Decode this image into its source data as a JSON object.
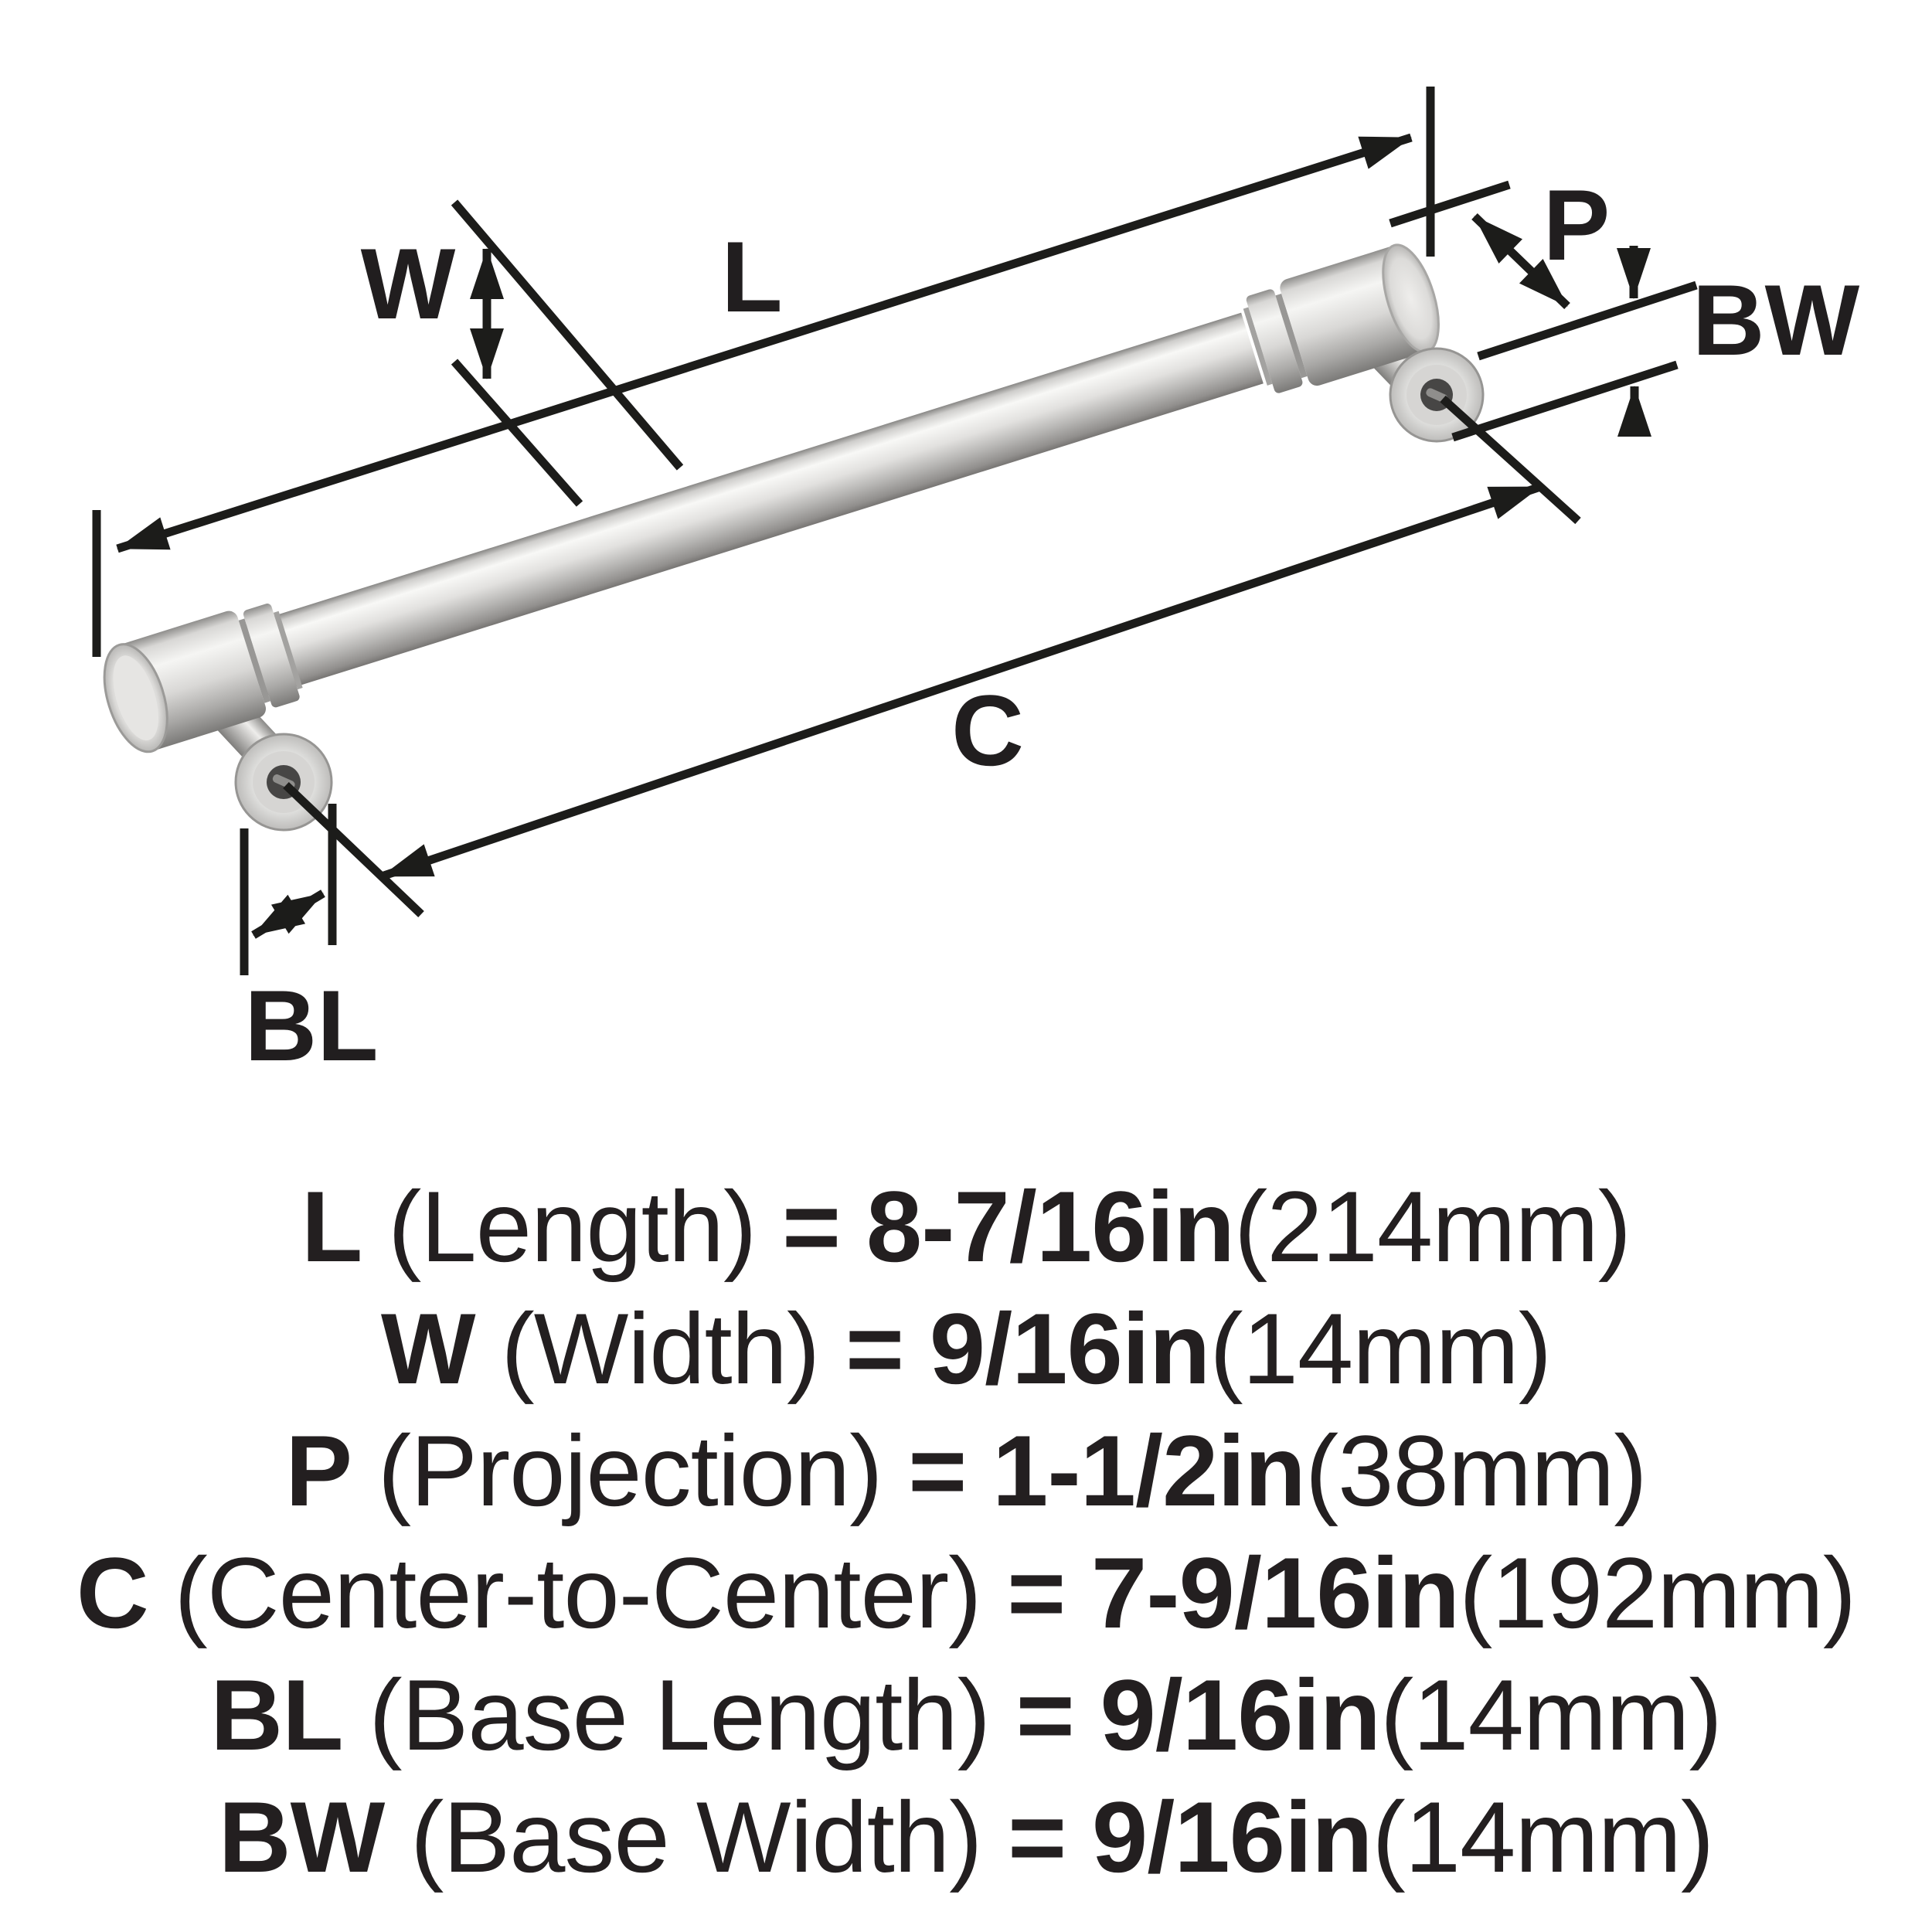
{
  "diagram": {
    "labels": {
      "length": "L",
      "width": "W",
      "projection": "P",
      "center_to_center": "C",
      "base_length": "BL",
      "base_width": "BW"
    }
  },
  "specs": [
    {
      "label": "L",
      "desc": "(Length)",
      "eq": "=",
      "value": "8-7/16in",
      "metric": "(214mm)"
    },
    {
      "label": "W",
      "desc": "(Width)",
      "eq": "=",
      "value": "9/16in",
      "metric": "(14mm)"
    },
    {
      "label": "P",
      "desc": "(Projection)",
      "eq": "=",
      "value": "1-1/2in",
      "metric": "(38mm)"
    },
    {
      "label": "C",
      "desc": "(Center-to-Center)",
      "eq": "=",
      "value": "7-9/16in",
      "metric": "(192mm)"
    },
    {
      "label": "BL",
      "desc": "(Base Length)",
      "eq": "=",
      "value": "9/16in",
      "metric": "(14mm)"
    },
    {
      "label": "BW",
      "desc": "(Base Width)",
      "eq": "=",
      "value": "9/16in",
      "metric": "(14mm)"
    }
  ],
  "colors": {
    "background": "#ffffff",
    "line": "#1c1c1a",
    "text": "#231f20",
    "metal_highlight": "#f8f8f6",
    "metal_mid": "#d7d6d4",
    "metal_shadow": "#a8a7a5",
    "metal_dark": "#7d7c7a",
    "screw_hole": "#474645"
  }
}
